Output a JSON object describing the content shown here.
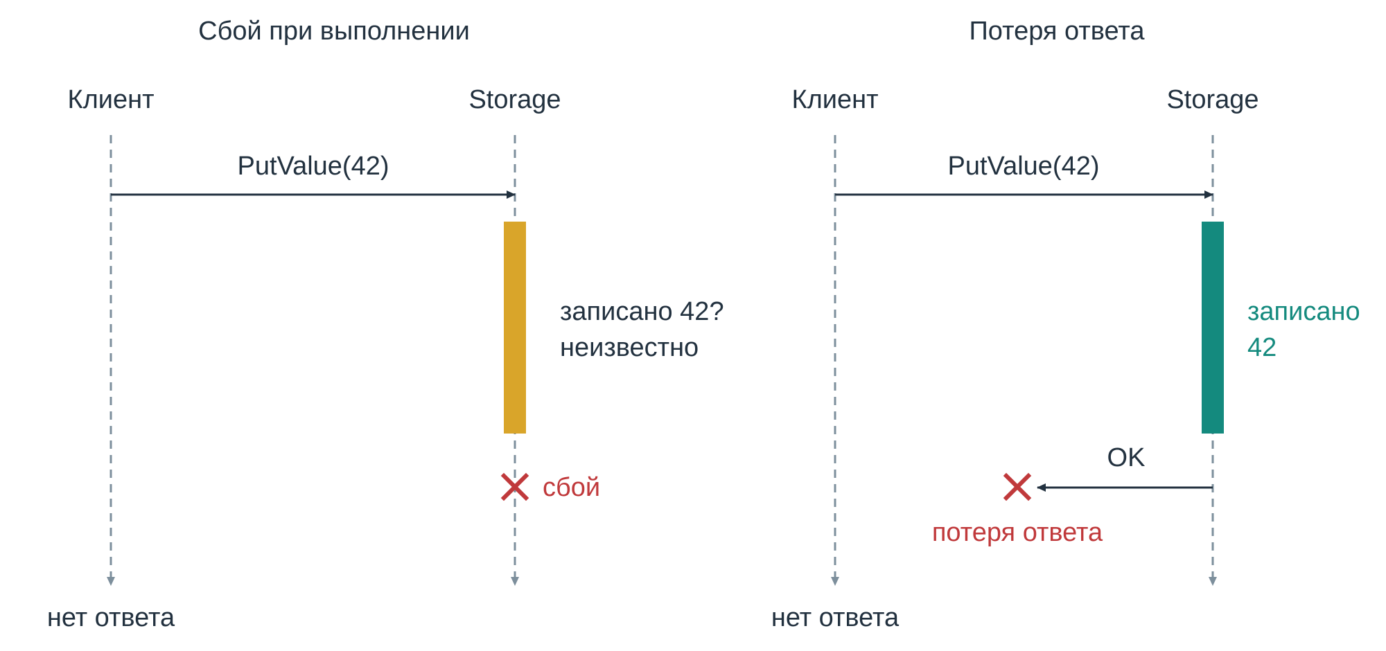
{
  "left_panel": {
    "title": "Сбой при выполнении",
    "actor_client": "Клиент",
    "actor_storage": "Storage",
    "request_label": "PutValue(42)",
    "note_line1": "записано 42?",
    "note_line2": "неизвестно",
    "failure_label": "сбой",
    "client_result": "нет ответа",
    "activation_color": "#d9a52a",
    "failure_color": "#c0393b"
  },
  "right_panel": {
    "title": "Потеря ответа",
    "actor_client": "Клиент",
    "actor_storage": "Storage",
    "request_label": "PutValue(42)",
    "note_line1": "записано",
    "note_line2": "42",
    "response_label": "OK",
    "loss_label": "потеря ответа",
    "client_result": "нет ответа",
    "activation_color": "#148a7e",
    "failure_color": "#c0393b"
  },
  "colors": {
    "text": "#22313f",
    "lifeline": "#7d8f9c",
    "arrow": "#22313f"
  }
}
